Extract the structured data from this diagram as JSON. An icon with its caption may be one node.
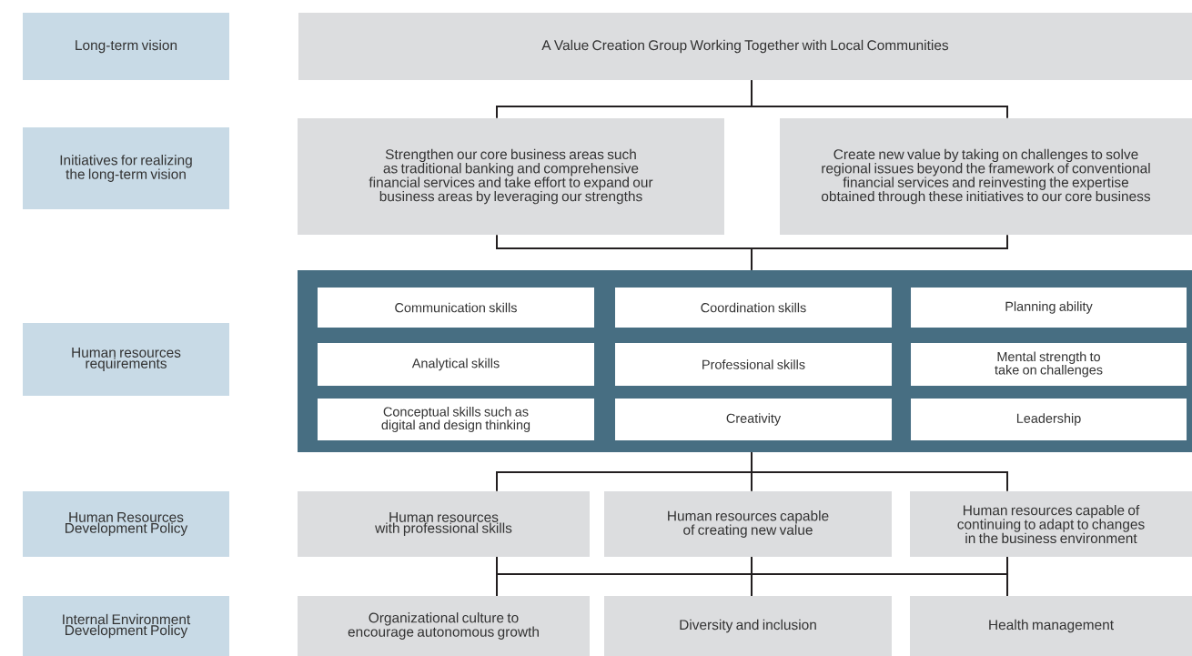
{
  "diagram": {
    "nodes": [
      {
        "text": [
          "Long-term vision"
        ]
      },
      {
        "text": [
          "Initiatives for realizing the long-term vision"
        ]
      },
      {
        "text": [
          "Human resources requirements"
        ]
      },
      {
        "text": [
          "Human Resources Development Policy"
        ]
      },
      {
        "text": [
          "Internal Environment Development Policy"
        ]
      },
      {
        "text": [
          "A Value Creation Group Working Together with Local Communities"
        ]
      },
      {
        "text": [
          "Strengthen our core business areas such as traditional banking and comprehensive financial services and take effort to expand our business areas by leveraging our strengths"
        ]
      },
      {
        "text": [
          "Create new value by taking on challenges to solve regional issues beyond the framework of conventional financial services and reinvesting the expertise obtained through these initiatives to our core business"
        ]
      },
      {
        "text": [],
        "shape": "box"
      },
      {
        "text": [
          "Communication skills"
        ],
        "in": 8
      },
      {
        "text": [
          "Coordination skills"
        ],
        "in": 8
      },
      {
        "text": [
          "Planning ability"
        ],
        "in": 8
      },
      {
        "text": [
          "Analytical skills"
        ],
        "in": 8
      },
      {
        "text": [
          "Professional skills"
        ],
        "in": 8
      },
      {
        "text": [
          "Mental strength to take on challenges"
        ],
        "in": 8
      },
      {
        "text": [
          "Conceptual skills such as digital and design thinking"
        ],
        "in": 8
      },
      {
        "text": [
          "Creativity"
        ],
        "in": 8
      },
      {
        "text": [
          "Leadership"
        ],
        "in": 8
      },
      {
        "text": [
          "Human resources with professional skills"
        ]
      },
      {
        "text": [
          "Human resources capable of creating new value"
        ]
      },
      {
        "text": [
          "Human resources capable of continuing to adapt to changes in the business environment"
        ]
      },
      {
        "text": [
          "Organizational culture to encourage autonomous growth"
        ]
      },
      {
        "text": [
          "Diversity and inclusion"
        ]
      },
      {
        "text": [
          "Health management"
        ]
      }
    ],
    "edges": [
      {
        "from": 5,
        "to": 6,
        "arrow": "none"
      },
      {
        "from": 5,
        "to": 7,
        "arrow": "none"
      },
      {
        "from": 6,
        "to": 8,
        "arrow": "none"
      },
      {
        "from": 7,
        "to": 8,
        "arrow": "none"
      },
      {
        "from": 8,
        "to": 18,
        "arrow": "none"
      },
      {
        "from": 8,
        "to": 19,
        "arrow": "none"
      },
      {
        "from": 8,
        "to": 20,
        "arrow": "none"
      },
      {
        "from": 18,
        "to": 21,
        "arrow": "none"
      },
      {
        "from": 18,
        "to": 22,
        "arrow": "none"
      },
      {
        "from": 18,
        "to": 23,
        "arrow": "none"
      },
      {
        "from": 19,
        "to": 21,
        "arrow": "none"
      },
      {
        "from": 19,
        "to": 22,
        "arrow": "none"
      },
      {
        "from": 19,
        "to": 23,
        "arrow": "none"
      },
      {
        "from": 20,
        "to": 21,
        "arrow": "none"
      },
      {
        "from": 20,
        "to": 22,
        "arrow": "none"
      },
      {
        "from": 20,
        "to": 23,
        "arrow": "none"
      }
    ]
  }
}
